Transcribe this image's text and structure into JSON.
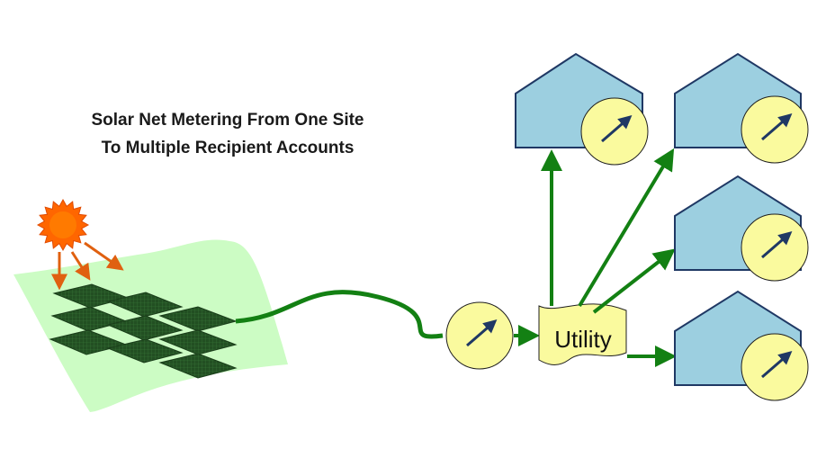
{
  "title": {
    "line1": "Solar Net Metering From One Site",
    "line2": "To Multiple Recipient Accounts"
  },
  "utility": {
    "label": "Utility"
  },
  "colors": {
    "land": "#ccfcc4",
    "panel": "#224f22",
    "sun": "#ff6600",
    "sun_core": "#ff8800",
    "ray_arrow": "#e06010",
    "wire": "#138013",
    "meter_face": "#fafa9e",
    "meter_needle": "#1f3864",
    "house_fill": "#9ccfe0",
    "house_stroke": "#1f3864",
    "utility_fill": "#fafa9e"
  },
  "icons": [
    "sun-icon",
    "solar-panel-icon",
    "meter-icon",
    "house-icon",
    "utility-banner-icon"
  ],
  "recipients": [
    {
      "name": "house-1"
    },
    {
      "name": "house-2"
    },
    {
      "name": "house-3"
    },
    {
      "name": "house-4"
    }
  ]
}
